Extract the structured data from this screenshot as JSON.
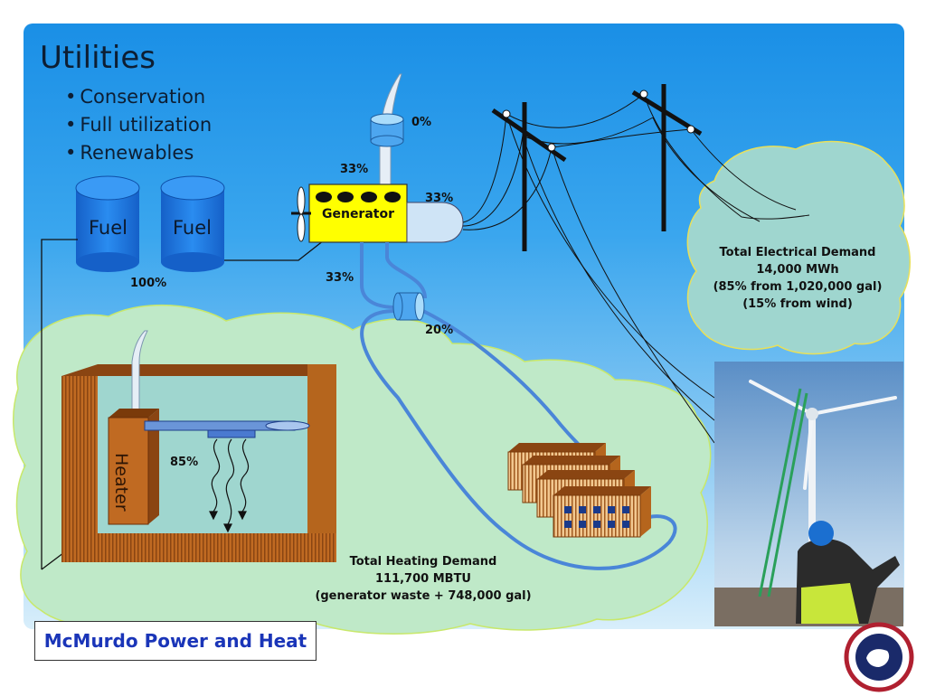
{
  "slide": {
    "title": "Utilities",
    "bullets": [
      "Conservation",
      "Full utilization",
      "Renewables"
    ],
    "footer": "McMurdo Power and Heat"
  },
  "diagram": {
    "fuel_tank_1": "Fuel",
    "fuel_tank_2": "Fuel",
    "generator": "Generator",
    "heater": "Heater",
    "pct_fuel": "100%",
    "pct_exhaust": "0%",
    "pct_gen_top": "33%",
    "pct_gen_right": "33%",
    "pct_gen_bottom": "33%",
    "pct_heat_recovery": "20%",
    "pct_heater": "85%"
  },
  "electrical_demand": {
    "line1": "Total Electrical Demand",
    "line2": "14,000 MWh",
    "line3": "(85% from 1,020,000 gal)",
    "line4": "(15% from wind)"
  },
  "heating_demand": {
    "line1": "Total Heating Demand",
    "line2": "111,700 MBTU",
    "line3": "(generator waste + 748,000 gal)"
  },
  "colors": {
    "panel_top": "#1a8fe6",
    "cloud_green": "#bfe9c8",
    "cloud_border": "#c8e86a",
    "tank_blue": "#1e7fe0",
    "generator_yellow": "#ffff00",
    "pipe_blue": "#4a86d8",
    "wood_brown": "#b5651d",
    "footer_text": "#1a35b8"
  }
}
